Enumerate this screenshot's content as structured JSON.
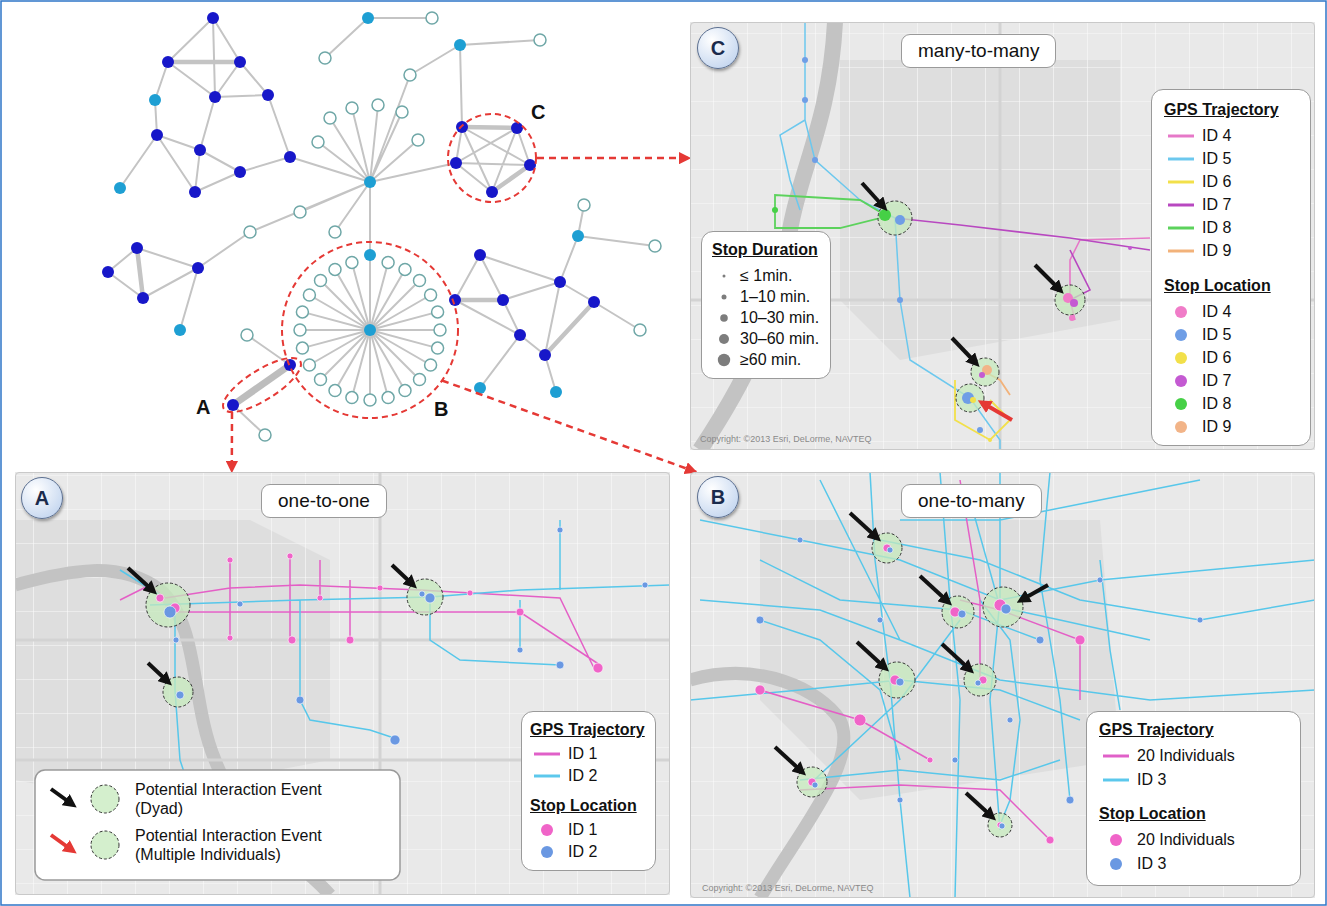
{
  "diagram": {
    "nodes": [
      {
        "text": [
          "C"
        ]
      },
      {
        "text": [
          "A"
        ]
      },
      {
        "text": [
          "B"
        ]
      },
      {
        "text": [
          "C",
          "many-to-many"
        ]
      },
      {
        "text": [
          "GPS Trajectory",
          "Stop Location"
        ],
        "in": 3
      },
      {
        "text": [
          "Stop Duration"
        ],
        "in": 3
      },
      {
        "text": [
          "A",
          "one-to-one"
        ]
      },
      {
        "text": [
          "GPS Trajectory",
          "Stop Location"
        ],
        "in": 6
      },
      {
        "text": [
          "B",
          "one-to-many"
        ]
      },
      {
        "text": [
          "GPS Trajectory",
          "Stop Location"
        ],
        "in": 8
      }
    ],
    "edges": [
      {
        "from": 0,
        "to": 3,
        "arrow": "to"
      },
      {
        "from": 1,
        "to": 6,
        "arrow": "to"
      },
      {
        "from": 2,
        "to": 8,
        "arrow": "to"
      }
    ],
    "labels": [
      "Copyright: ©2013 Esri, DeLorme, NAVTEQ",
      "Copyright: ©2013 Esri, DeLorme, NAVTEQ"
    ],
    "legend": [
      {
        "text": "ID 4",
        "color": "#e678c8"
      },
      {
        "text": "ID 5",
        "color": "#6cc8ee"
      },
      {
        "text": "ID 6",
        "color": "#f2e04a"
      },
      {
        "text": "ID 7",
        "color": "#b848c0"
      },
      {
        "text": "ID 8",
        "color": "#5cd25c"
      },
      {
        "text": "ID 9",
        "color": "#f2b27a"
      },
      {
        "text": "ID 4",
        "color": "#f07cc8"
      },
      {
        "text": "ID 5",
        "color": "#6f9ee6"
      },
      {
        "text": "ID 6",
        "color": "#f2e04a"
      },
      {
        "text": "ID 7",
        "color": "#c45ad2"
      },
      {
        "text": "ID 8",
        "color": "#46d046"
      },
      {
        "text": "ID 9",
        "color": "#f2b488"
      },
      {
        "text": "≤ 1min."
      },
      {
        "text": "1–10 min."
      },
      {
        "text": "10–30 min."
      },
      {
        "text": "30–60 min."
      },
      {
        "text": "≥60 min."
      },
      {
        "text": "Potential Interaction Event (Dyad)"
      },
      {
        "text": "Potential Interaction Event (Multiple Individuals)"
      },
      {
        "text": "ID 1",
        "color": "#e060c8"
      },
      {
        "text": "ID 2",
        "color": "#5cc8ec"
      },
      {
        "text": "ID 1",
        "color": "#f064c8"
      },
      {
        "text": "ID 2",
        "color": "#6a98e2"
      },
      {
        "text": "20 Individuals",
        "color": "#e060c8"
      },
      {
        "text": "ID 3",
        "color": "#5cc8ec"
      },
      {
        "text": "20 Individuals",
        "color": "#f064c8"
      },
      {
        "text": "ID 3",
        "color": "#6a98e2"
      }
    ]
  }
}
